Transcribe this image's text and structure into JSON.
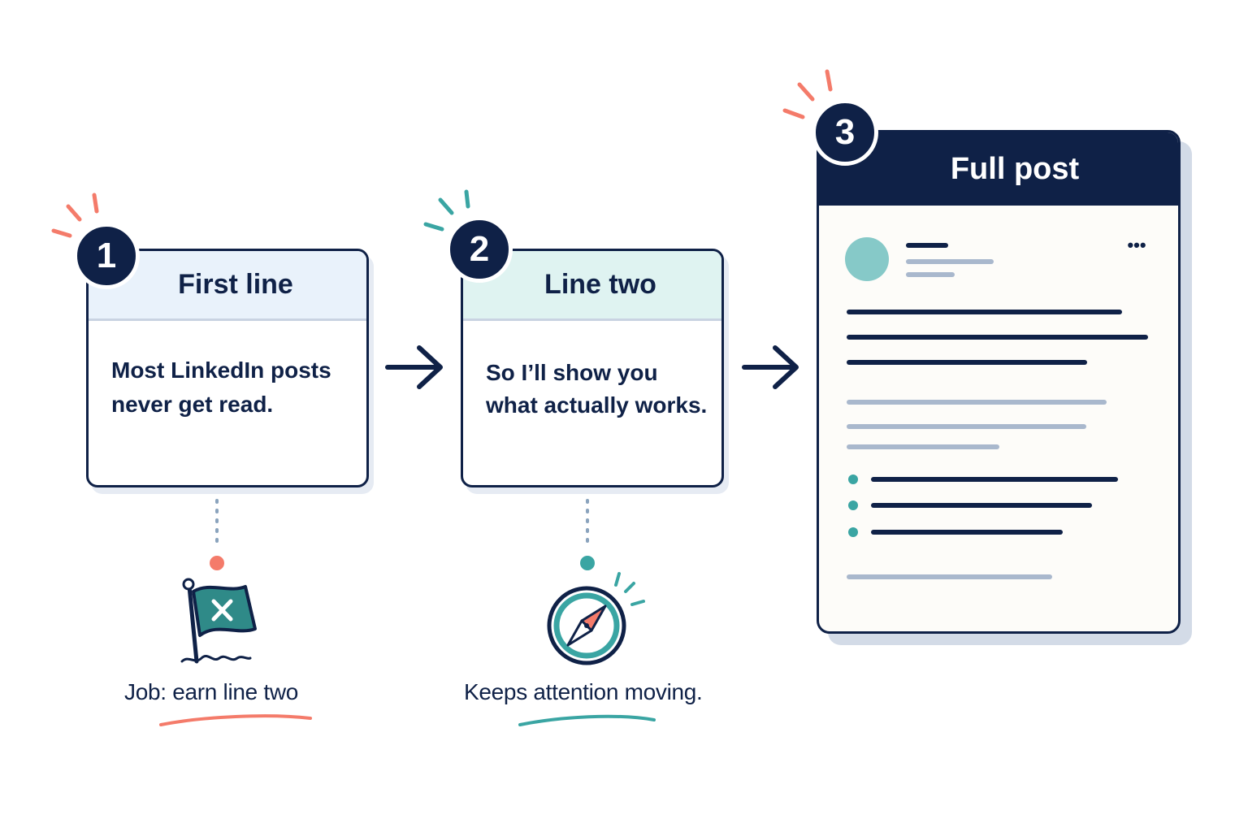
{
  "steps": [
    {
      "number": "1",
      "title": "First line",
      "body_lines": [
        "Most LinkedIn posts",
        "never get read."
      ],
      "caption": "Job: earn line two"
    },
    {
      "number": "2",
      "title": "Line two",
      "body_lines": [
        "So I’ll show you",
        "what actually works."
      ],
      "caption": "Keeps attention moving."
    },
    {
      "number": "3",
      "title": "Full post",
      "menu": "•••"
    }
  ],
  "colors": {
    "navy": "#0f2147",
    "teal": "#3aa5a3",
    "coral": "#f47b6a",
    "light_blue": "#e9f2fb",
    "light_teal": "#dff3f1",
    "gray_line": "#a9b8cd"
  },
  "icons": {
    "step1": "flag-x-icon",
    "step2": "compass-icon",
    "arrows": "arrow-right-icon"
  }
}
